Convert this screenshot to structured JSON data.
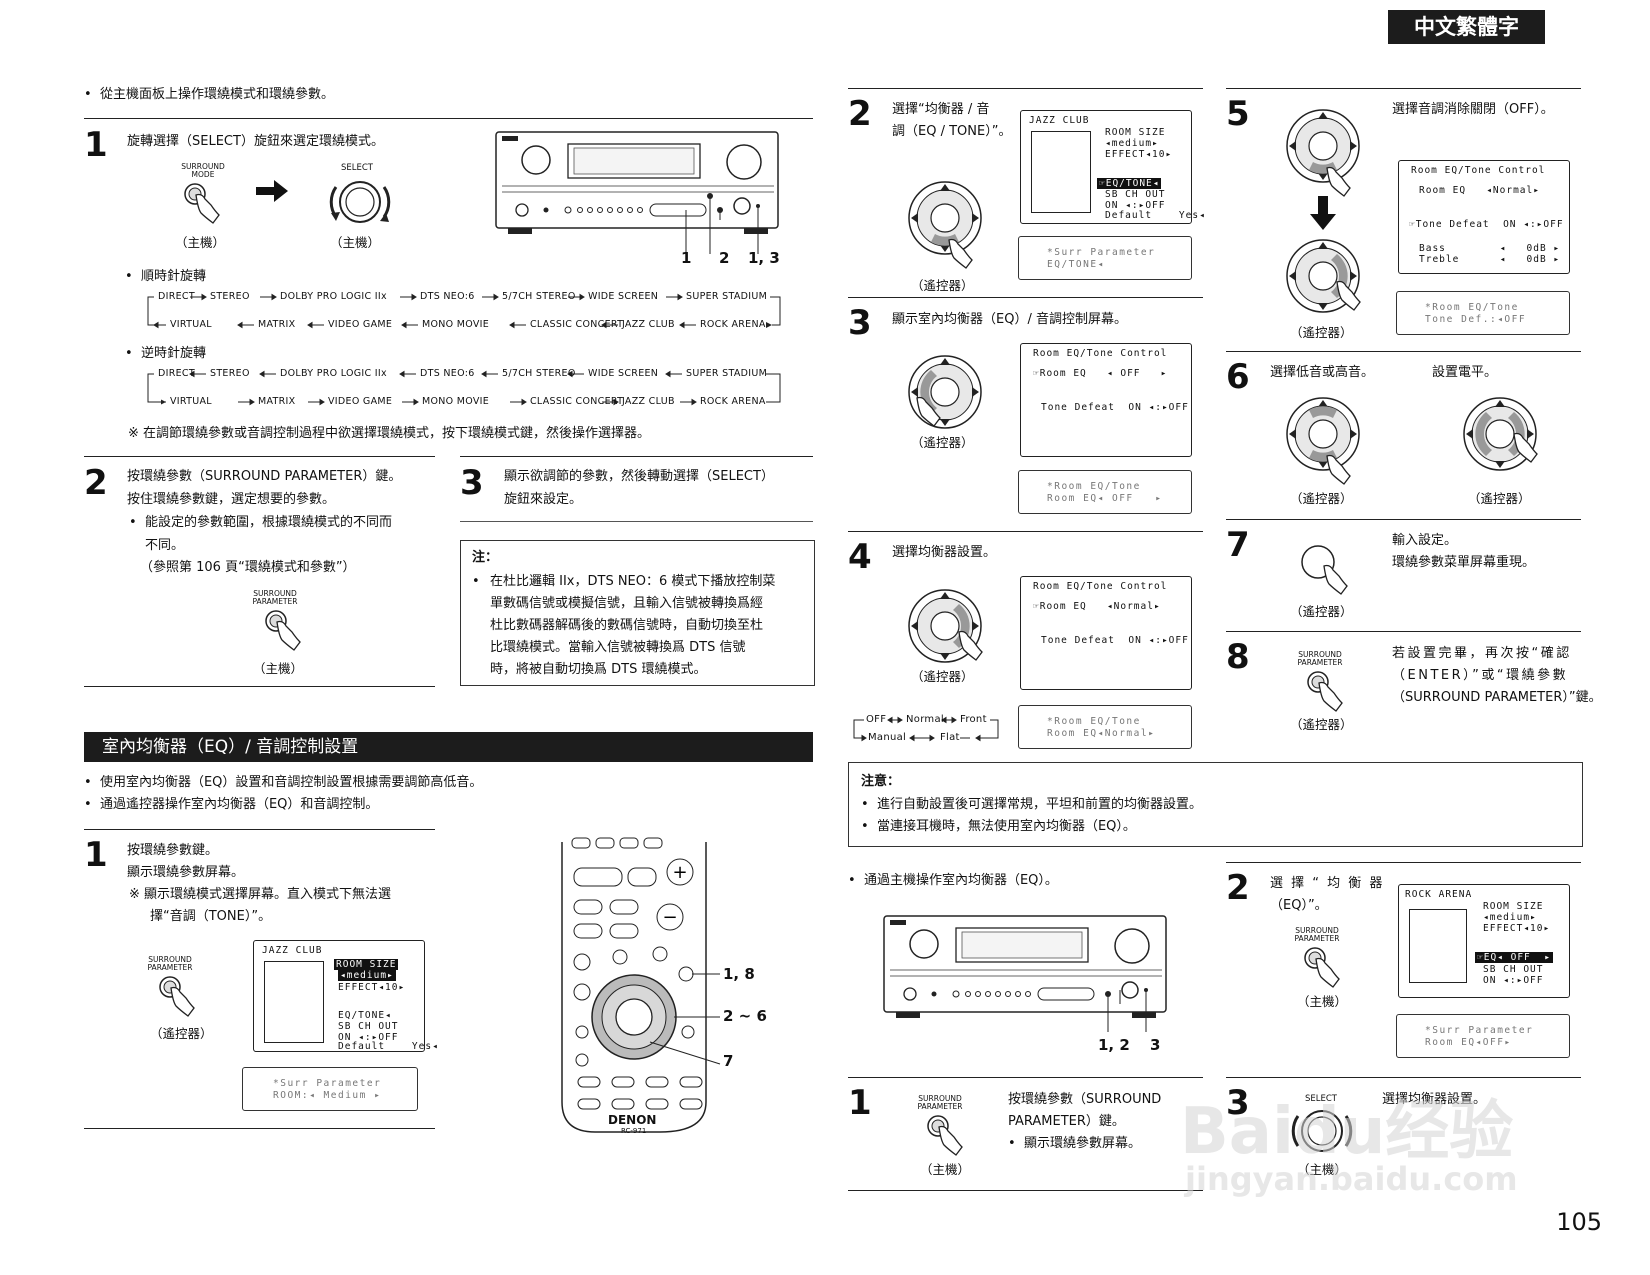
{
  "header": {
    "lang_tab": "中文繁體字"
  },
  "page_number": "105",
  "intro": {
    "bullet": "從主機面板上操作環繞模式和環繞參數。"
  },
  "s1": {
    "step": "1",
    "text": "旋轉選擇（SELECT）旋鈕來選定環繞模式。",
    "btn_label": [
      "SURROUND",
      "MODE"
    ],
    "select_label": "SELECT",
    "cap_main": "（主機）",
    "callouts": [
      "1",
      "2",
      "1, 3"
    ],
    "cw_title": "順時針旋轉",
    "ccw_title": "逆時針旋轉",
    "row_top": [
      "DIRECT",
      "STEREO",
      "DOLBY PRO LOGIC IIx",
      "DTS NEO:6",
      "5/7CH STEREO",
      "WIDE SCREEN",
      "SUPER STADIUM"
    ],
    "row_bottom": [
      "VIRTUAL",
      "MATRIX",
      "VIDEO GAME",
      "MONO MOVIE",
      "CLASSIC CONCERT",
      "JAZZ CLUB",
      "ROCK ARENA"
    ],
    "note": "※  在調節環繞參數或音調控制過程中欲選擇環繞模式，按下環繞模式鍵，然後操作選擇器。"
  },
  "s2": {
    "step": "2",
    "lines": [
      "按環繞參數（SURROUND PARAMETER）鍵。",
      "按住環繞參數鍵，選定想要的參數。"
    ],
    "bullet": [
      "能設定的參數範圍，根據環繞模式的不同而",
      "不同。"
    ],
    "ref": "（參照第  106  頁“環繞模式和參數”）",
    "btn_label": [
      "SURROUND",
      "PARAMETER"
    ],
    "cap": "（主機）"
  },
  "s3": {
    "step": "3",
    "lines": [
      "顯示欲調節的參數，然後轉動選擇（SELECT）",
      "旋鈕來設定。"
    ],
    "note_title": "注：",
    "note_lines": [
      "在杜比邏輯 IIx，DTS NEO：6 模式下播放控制菜",
      "單數碼信號或模擬信號，且輸入信號被轉換爲經",
      "杜比數碼器解碼後的數碼信號時，自動切換至杜",
      "比環繞模式。當輸入信號被轉換爲   DTS   信號",
      "時，將被自動切換爲 DTS 環繞模式。"
    ]
  },
  "eq": {
    "title": "室內均衡器（EQ）/ 音調控制設置",
    "bullets": [
      "使用室內均衡器（EQ）設置和音調控制設置根據需要調節高低音。",
      "通過遙控器操作室內均衡器（EQ）和音調控制。"
    ],
    "s1": {
      "step": "1",
      "lines": [
        "按環繞參數鍵。",
        "顯示環繞參數屏幕。"
      ],
      "note": [
        "※  顯示環繞模式選擇屏幕。直入模式下無法選",
        "擇“音調（TONE）”。"
      ],
      "cap": "（遙控器）",
      "osd": [
        "JAZZ CLUB",
        "ROOM SIZE",
        "◂medium▸",
        "EFFECT◂10▸",
        "EQ/TONE◂",
        "SB CH OUT",
        "ON ◂:▸OFF",
        "Default    Yes◂"
      ],
      "fl": [
        "*Surr Parameter",
        "ROOM:◂ Medium ▸"
      ]
    },
    "remote": {
      "brand": "DENON",
      "model": "RC-971",
      "callouts": [
        "1, 8",
        "2 ~ 6",
        "7"
      ]
    }
  },
  "r2": {
    "step": "2",
    "lines": [
      "選擇“均衡器 / 音",
      "調（EQ / TONE）”。"
    ],
    "cap": "（遙控器）",
    "osd": [
      "JAZZ CLUB",
      "ROOM SIZE",
      "◂medium▸",
      "EFFECT◂10▸",
      "☞EQ/TONE◂",
      "SB CH OUT",
      "ON ◂:▸OFF",
      "Default    Yes◂"
    ],
    "fl": [
      "*Surr Parameter",
      "EQ/TONE◂"
    ]
  },
  "r3": {
    "step": "3",
    "text": "顯示室內均衡器（EQ）/ 音調控制屏幕。",
    "cap": "（遙控器）",
    "osd": [
      "Room EQ/Tone Control",
      "☞Room EQ   ◂ OFF   ▸",
      "Tone Defeat  ON ◂:▸OFF"
    ],
    "fl": [
      "*Room EQ/Tone",
      "Room EQ◂ OFF   ▸"
    ]
  },
  "r4": {
    "step": "4",
    "text": "選擇均衡器設置。",
    "cap": "（遙控器）",
    "osd": [
      "Room EQ/Tone Control",
      "☞Room EQ   ◂Normal▸",
      "Tone Defeat  ON ◂:▸OFF"
    ],
    "fl": [
      "*Room EQ/Tone",
      "Room EQ◂Normal▸"
    ],
    "cycle": [
      "OFF",
      "Normal",
      "Front",
      "Manual",
      "Flat"
    ]
  },
  "r5": {
    "step": "5",
    "text": "選擇音調消除關閉（OFF）。",
    "cap": "（遙控器）",
    "osd": [
      "Room EQ/Tone Control",
      "Room EQ   ◂Normal▸",
      "☞Tone Defeat  ON ◂:▸OFF",
      "Bass        ◂   0dB ▸",
      "Treble      ◂   0dB ▸"
    ],
    "fl": [
      "*Room EQ/Tone",
      "Tone Def.:◂OFF"
    ]
  },
  "r6": {
    "step": "6",
    "text_a": "選擇低音或高音。",
    "text_b": "設置電平。",
    "cap": "（遙控器）"
  },
  "r7": {
    "step": "7",
    "lines": [
      "輸入設定。",
      "環繞參數菜單屏幕重現。"
    ],
    "cap": "（遙控器）"
  },
  "r8": {
    "step": "8",
    "lines": [
      "若設置完畢，再次按“確認",
      "（ENTER）”或“環繞參數",
      "（SURROUND PARAMETER）”鍵。"
    ],
    "btn_label": [
      "SURROUND",
      "PARAMETER"
    ],
    "cap": "（遙控器）"
  },
  "note2": {
    "title": "注意：",
    "items": [
      "進行自動設置後可選擇常規，平坦和前置的均衡器設置。",
      "當連接耳機時，無法使用室內均衡器（EQ）。"
    ]
  },
  "main_eq": {
    "bullet": "通過主機操作室內均衡器（EQ）。",
    "callouts": [
      "1, 2",
      "3"
    ],
    "s1": {
      "step": "1",
      "lines": [
        "按環繞參數（SURROUND",
        "PARAMETER）鍵。"
      ],
      "bullet": "顯示環繞參數屏幕。",
      "cap": "（主機）",
      "btn_label": [
        "SURROUND",
        "PARAMETER"
      ]
    },
    "s2": {
      "step": "2",
      "lines": [
        "選 擇 “ 均 衡 器",
        "（EQ）”。"
      ],
      "cap": "（主機）",
      "btn_label": [
        "SURROUND",
        "PARAMETER"
      ],
      "osd": [
        "ROCK ARENA",
        "ROOM SIZE",
        "◂medium▸",
        "EFFECT◂10▸",
        "☞EQ◂ OFF  ▸",
        "SB CH OUT",
        "ON ◂:▸OFF"
      ],
      "fl": [
        "*Surr Parameter",
        "Room EQ◂OFF▸"
      ]
    },
    "s3": {
      "step": "3",
      "text": "選擇均衡器設置。",
      "select_label": "SELECT",
      "cap": "（主機）"
    }
  },
  "watermark": {
    "line1": "Baidu经验",
    "line2": "jingyan.baidu.com"
  }
}
